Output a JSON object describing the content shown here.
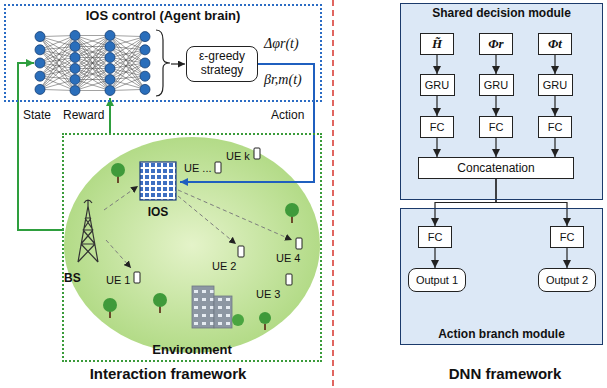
{
  "diagram": {
    "nodes": [
      {
        "text": [
          "IOS control (Agent brain)"
        ]
      },
      {
        "text": [
          "ε-greedy strategy"
        ],
        "in": 0
      },
      {
        "text": [
          "Environment"
        ]
      },
      {
        "text": [
          "IOS"
        ],
        "in": 2
      },
      {
        "text": [
          "BS"
        ],
        "in": 2
      },
      {
        "text": [
          "Shared decision module"
        ]
      },
      {
        "text": [
          "H̃"
        ],
        "in": 5
      },
      {
        "text": [
          "Φr"
        ],
        "in": 5
      },
      {
        "text": [
          "Φt"
        ],
        "in": 5
      },
      {
        "text": [
          "GRU"
        ],
        "in": 5
      },
      {
        "text": [
          "GRU"
        ],
        "in": 5
      },
      {
        "text": [
          "GRU"
        ],
        "in": 5
      },
      {
        "text": [
          "FC"
        ],
        "in": 5
      },
      {
        "text": [
          "FC"
        ],
        "in": 5
      },
      {
        "text": [
          "FC"
        ],
        "in": 5
      },
      {
        "text": [
          "Concatenation"
        ],
        "in": 5
      },
      {
        "text": [
          "Action branch module"
        ]
      },
      {
        "text": [
          "FC"
        ],
        "in": 16
      },
      {
        "text": [
          "FC"
        ],
        "in": 16
      },
      {
        "text": [
          "Output 1"
        ],
        "in": 16
      },
      {
        "text": [
          "Output 2"
        ],
        "in": 16
      }
    ],
    "edges": [
      {
        "from": 4,
        "to": 0,
        "arrow": "to",
        "label": "State"
      },
      {
        "from": 2,
        "to": 0,
        "arrow": "to",
        "label": "Reward"
      },
      {
        "from": 1,
        "to": 3,
        "arrow": "to",
        "label": "Action"
      },
      {
        "from": 6,
        "to": 9,
        "arrow": "to"
      },
      {
        "from": 7,
        "to": 10,
        "arrow": "to"
      },
      {
        "from": 8,
        "to": 11,
        "arrow": "to"
      },
      {
        "from": 9,
        "to": 12,
        "arrow": "to"
      },
      {
        "from": 10,
        "to": 13,
        "arrow": "to"
      },
      {
        "from": 11,
        "to": 14,
        "arrow": "to"
      },
      {
        "from": 12,
        "to": 15,
        "arrow": "to"
      },
      {
        "from": 13,
        "to": 15,
        "arrow": "to"
      },
      {
        "from": 14,
        "to": 15,
        "arrow": "to"
      },
      {
        "from": 15,
        "to": 17,
        "arrow": "to"
      },
      {
        "from": 15,
        "to": 18,
        "arrow": "to"
      },
      {
        "from": 17,
        "to": 19,
        "arrow": "to"
      },
      {
        "from": 18,
        "to": 20,
        "arrow": "to"
      }
    ],
    "labels": [
      "Δφr(t)",
      "βr,m(t)",
      "UE 1",
      "UE 2",
      "UE 3",
      "UE 4",
      "UE k",
      "UE ...",
      "Interaction framework",
      "DNN framework"
    ]
  }
}
